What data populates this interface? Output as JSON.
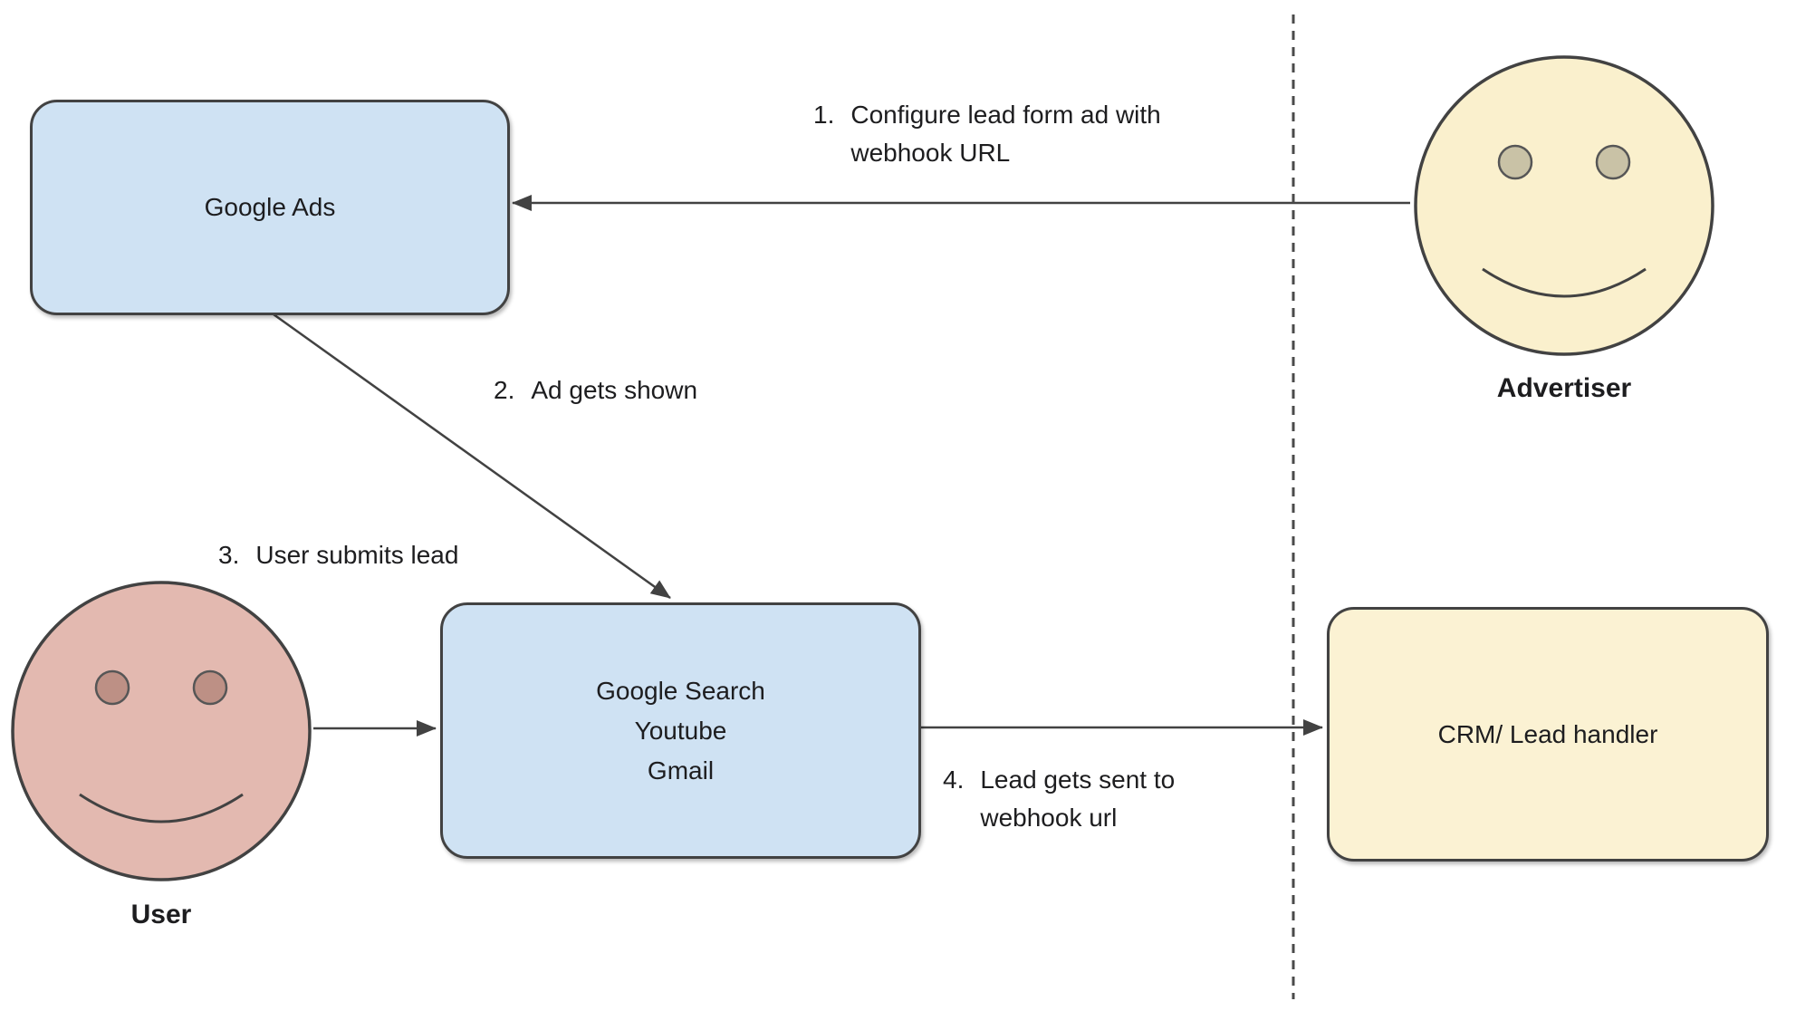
{
  "diagram": {
    "nodes": {
      "google_ads": {
        "label": "Google Ads"
      },
      "google_properties": {
        "label": "Google Search\nYoutube\nGmail"
      },
      "crm": {
        "label": "CRM/ Lead handler"
      },
      "advertiser": {
        "label": "Advertiser"
      },
      "user": {
        "label": "User"
      }
    },
    "edges": [
      {
        "number": "1.",
        "label": "Configure lead form ad with\nwebhook URL",
        "from": "advertiser",
        "to": "google_ads"
      },
      {
        "number": "2.",
        "label": "Ad gets shown",
        "from": "google_ads",
        "to": "google_properties"
      },
      {
        "number": "3.",
        "label": "User submits lead",
        "from": "user",
        "to": "google_properties"
      },
      {
        "number": "4.",
        "label": "Lead gets sent to\nwebhook url",
        "from": "google_properties",
        "to": "crm"
      }
    ],
    "colors": {
      "box_blue": "#cfe2f3",
      "box_yellow": "#fbf2d3",
      "advertiser_face": "#faf0cd",
      "advertiser_eye": "#c9c2a6",
      "user_face": "#e3b9b0",
      "user_eye": "#bd9085",
      "stroke": "#424242",
      "text": "#1d1d1f"
    }
  }
}
